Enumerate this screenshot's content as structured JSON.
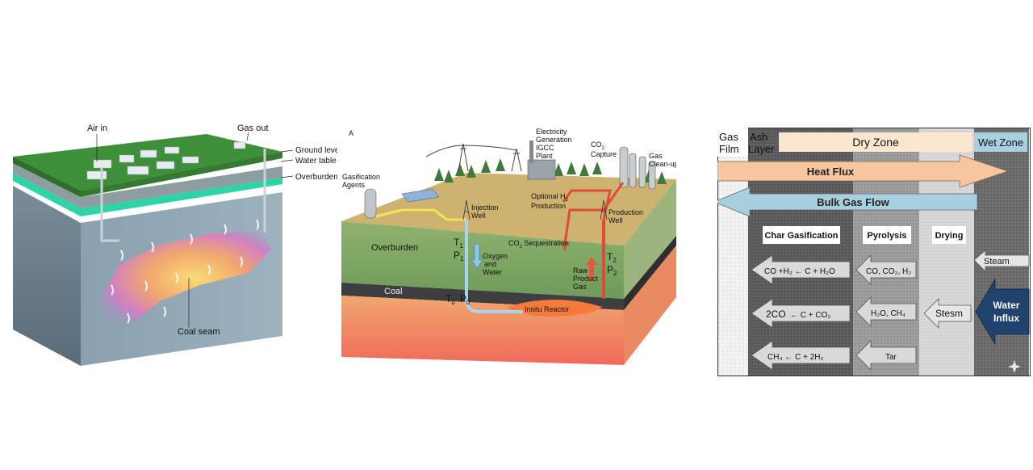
{
  "panel1": {
    "labels": {
      "air_in": "Air in",
      "gas_out": "Gas out",
      "ground_level": "Ground level",
      "water_table": "Water table",
      "overburden": "Overburden",
      "coal_seam": "Coal seam"
    }
  },
  "panel2": {
    "panel_letter": "A",
    "labels": {
      "electricity_1": "Electricity",
      "electricity_2": "Generation",
      "electricity_3": "IGCC",
      "electricity_4": "Plant",
      "co2_capture_1": "CO",
      "co2_capture_sub": "2",
      "co2_capture_2": "Capture",
      "gas_cleanup_1": "Gas",
      "gas_cleanup_2": "Clean-up",
      "gasification_1": "Gasification",
      "gasification_2": "Agents",
      "injection_1": "Injection",
      "injection_2": "Well",
      "optional_1": "Optional H",
      "optional_sub": "2",
      "optional_2": "Production",
      "production_1": "Production",
      "production_2": "Well",
      "overburden": "Overburden",
      "t1": "T",
      "t1_sub": "1",
      "p1": "P",
      "p1_sub": "1",
      "oxygen_1": "Oxygen",
      "oxygen_2": "and",
      "oxygen_3": "Water",
      "co2_seq_1": "CO",
      "co2_seq_sub": "2",
      "co2_seq_2": " Sequestration",
      "raw_1": "Raw",
      "raw_2": "Product",
      "raw_3": "Gas",
      "t2": "T",
      "t2_sub": "2",
      "p2": "P",
      "p2_sub": "2",
      "coal": "Coal",
      "t0": "T",
      "t0_sub": "0",
      "p0": "P",
      "p0_sub": "0",
      "insitu": "Insitu Reactor"
    }
  },
  "panel3": {
    "labels": {
      "gas_film_1": "Gas",
      "gas_film_2": "Film",
      "ash_layer_1": "Ash",
      "ash_layer_2": "Layer",
      "dry_zone": "Dry Zone",
      "wet_zone": "Wet Zone",
      "heat_flux": "Heat Flux",
      "bulk_gas_flow": "Bulk Gas Flow",
      "char_gasification": "Char Gasification",
      "pyrolysis": "Pyrolysis",
      "drying": "Drying",
      "reaction_1": "CO +H₂ ← C + H₂O",
      "reaction_2a": "2CO",
      "reaction_2b": "← C + CO₂",
      "reaction_3": "CH₄ ← C + 2H₂",
      "pyro_1": "CO, CO₂, H₂",
      "pyro_2": "H₂O, CH₄",
      "pyro_3": "Tar",
      "stesm": "Stesm",
      "steam": "Steam",
      "water_1": "Water",
      "water_2": "Influx"
    },
    "colors": {
      "heat_flux": "#f8c69e",
      "bulk_gas_flow": "#a9cfdf",
      "wet_zone_header": "#a9cfe0",
      "dry_zone_header": "#fbe7cf",
      "water_influx": "#21426c"
    }
  }
}
